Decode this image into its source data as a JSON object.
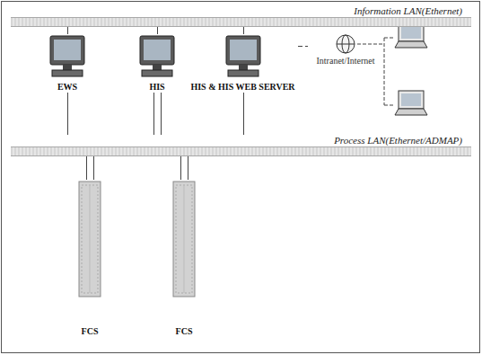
{
  "diagram": {
    "nodes": [
      {
        "text": [
          "Information LAN(Ethernet)"
        ]
      },
      {
        "text": [
          "EWS"
        ]
      },
      {
        "text": [
          "HIS"
        ]
      },
      {
        "text": [
          "HIS & HIS WEB SERVER"
        ]
      },
      {
        "text": [
          "Intranet/Internet"
        ]
      },
      {
        "text": [
          "Process LAN(Ethernet/ADMAP)"
        ]
      },
      {
        "text": [
          "FCS"
        ]
      },
      {
        "text": [
          "FCS"
        ]
      }
    ],
    "edges": [
      {
        "from": 1,
        "to": 0,
        "arrow": "none"
      },
      {
        "from": 2,
        "to": 0,
        "arrow": "none"
      },
      {
        "from": 3,
        "to": 0,
        "arrow": "none"
      },
      {
        "from": 3,
        "to": 4,
        "arrow": "none"
      },
      {
        "from": 1,
        "to": 5,
        "arrow": "none"
      },
      {
        "from": 2,
        "to": 5,
        "arrow": "none"
      },
      {
        "from": 3,
        "to": 5,
        "arrow": "none"
      },
      {
        "from": 6,
        "to": 5,
        "arrow": "none"
      },
      {
        "from": 7,
        "to": 5,
        "arrow": "none"
      }
    ]
  }
}
